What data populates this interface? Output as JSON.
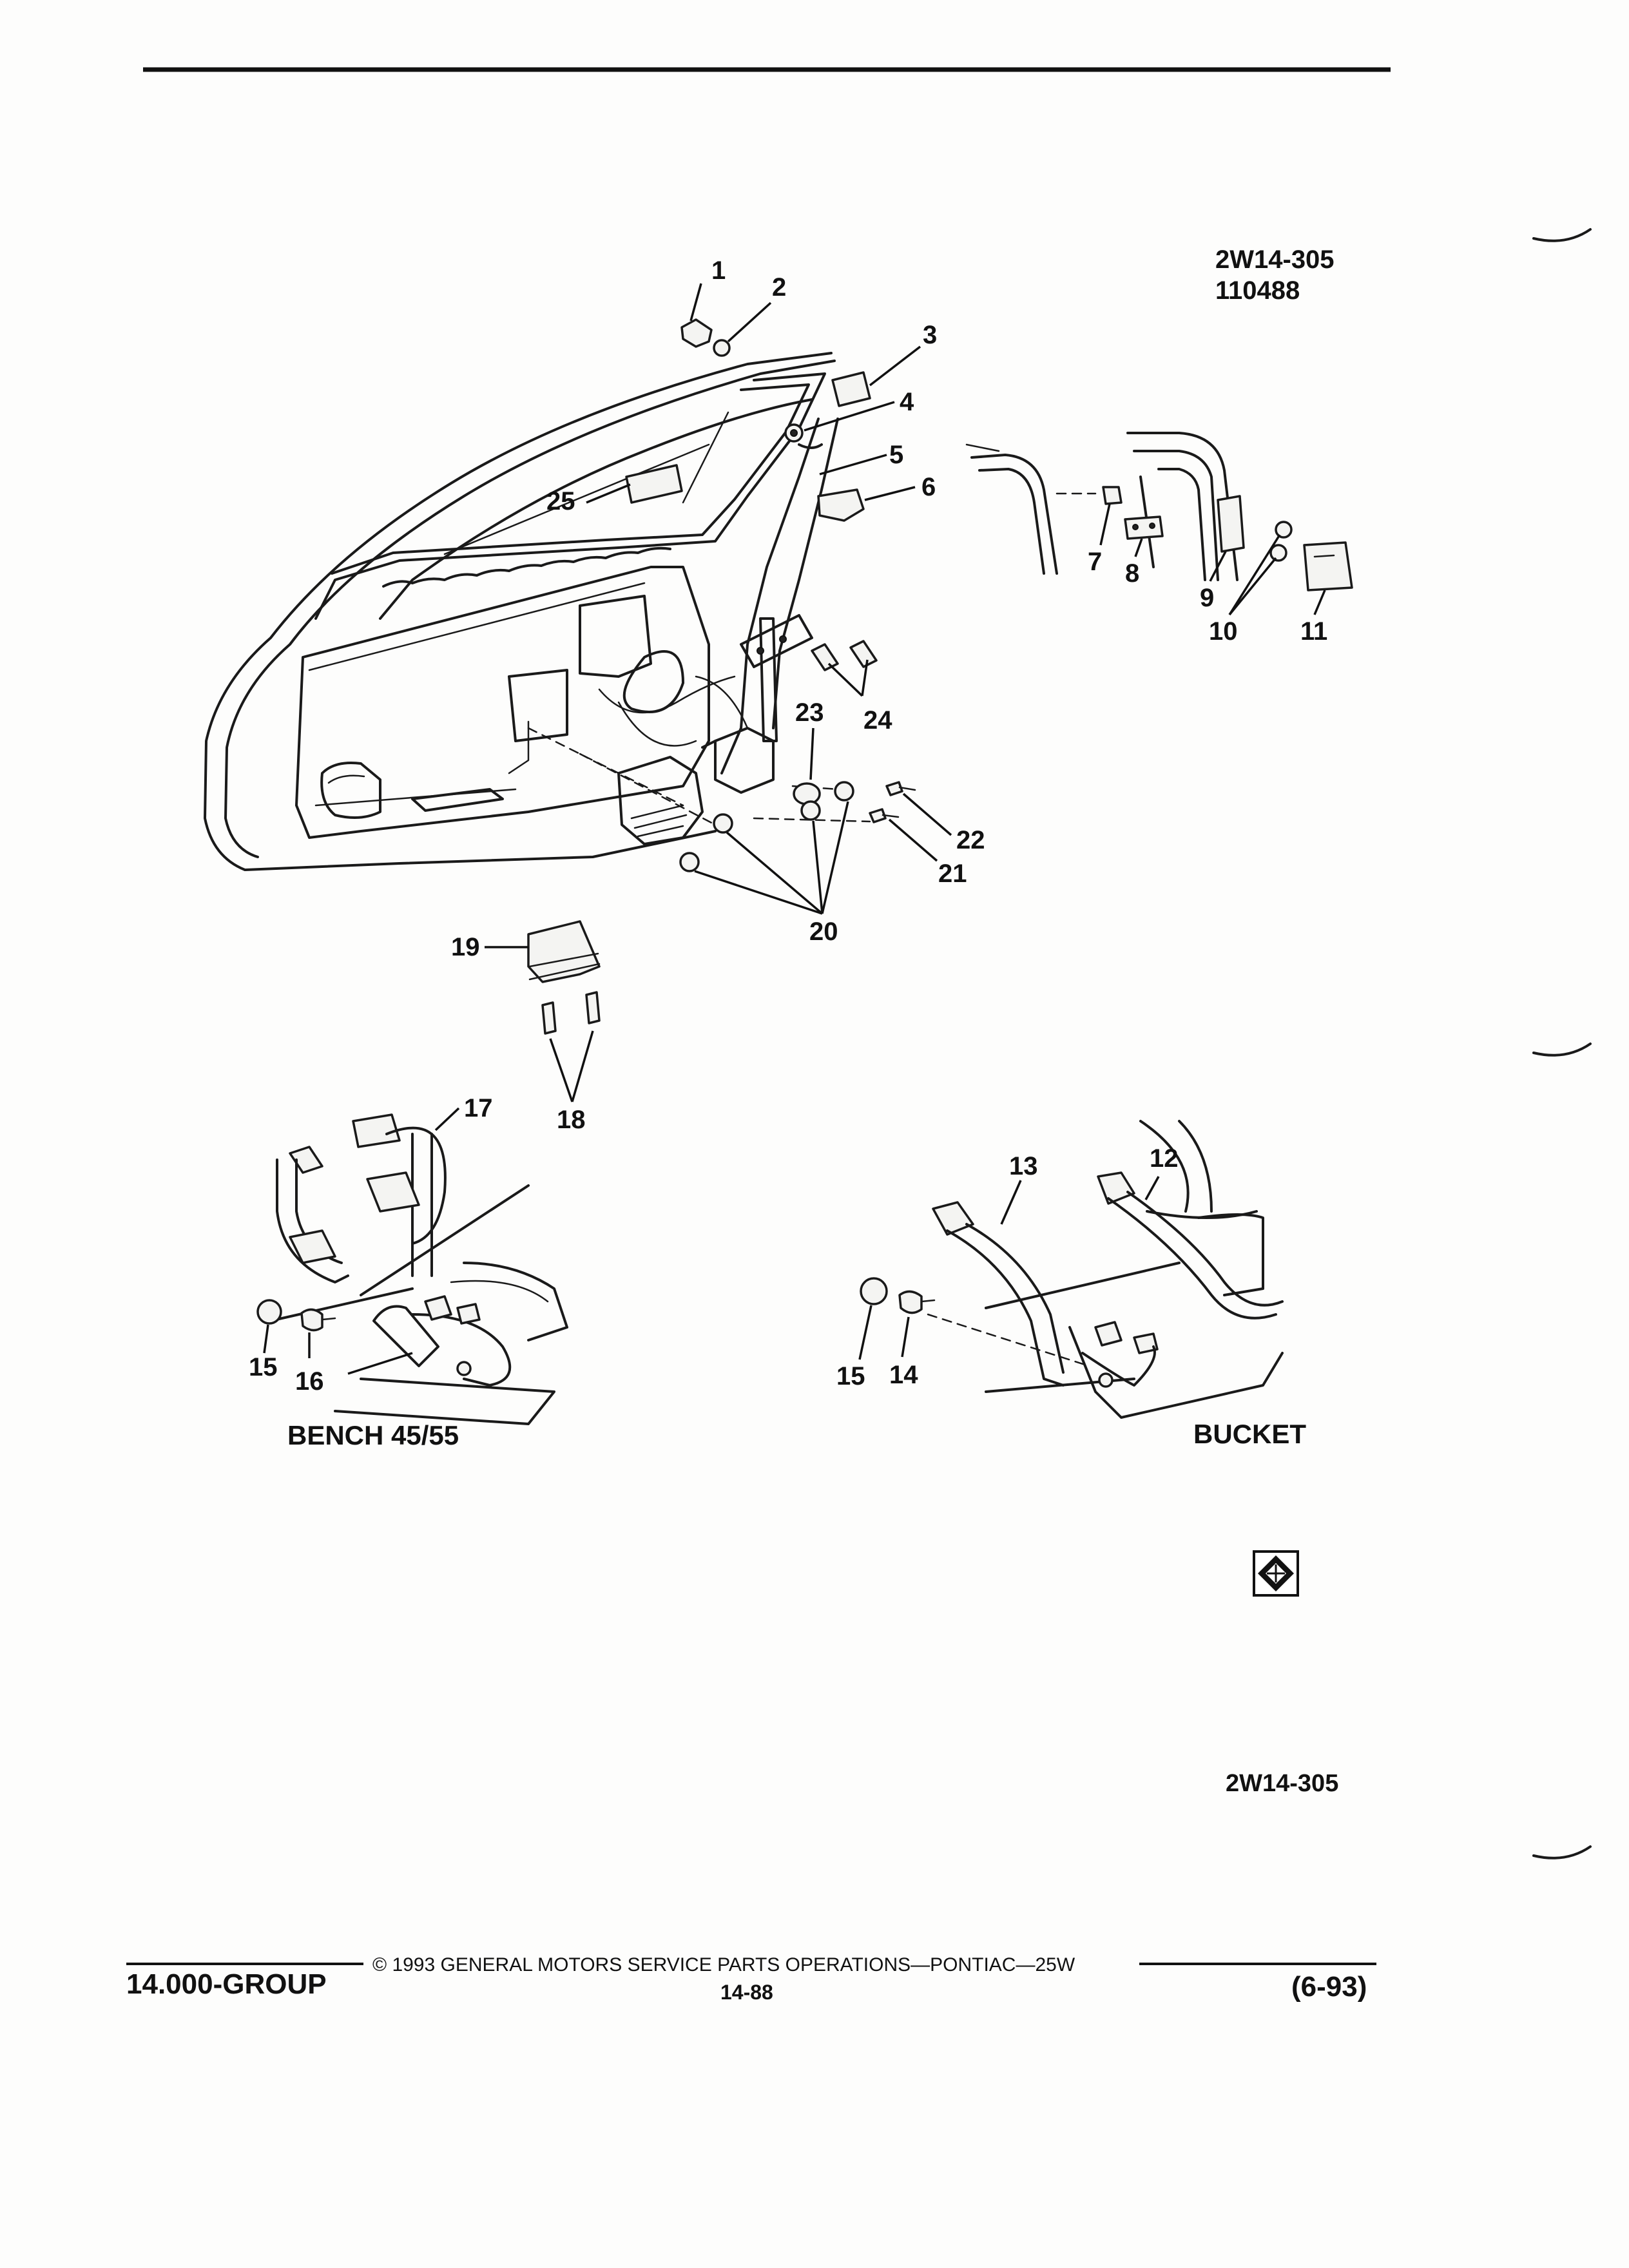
{
  "header": {
    "ref_line1": "2W14-305",
    "ref_line2": "110488"
  },
  "callouts": [
    "1",
    "2",
    "3",
    "4",
    "5",
    "6",
    "7",
    "8",
    "9",
    "10",
    "11",
    "12",
    "13",
    "14",
    "15",
    "16",
    "17",
    "18",
    "19",
    "20",
    "21",
    "22",
    "23",
    "24",
    "25"
  ],
  "second_15": "15",
  "captions": {
    "bench": "BENCH 45/55",
    "bucket": "BUCKET"
  },
  "figure_id": "2W14-305",
  "footer": {
    "copyright": "© 1993 GENERAL MOTORS SERVICE PARTS OPERATIONS—PONTIAC—25W",
    "group": "14.000-GROUP",
    "page_number": "14-88",
    "date": "(6-93)"
  },
  "icons": {
    "diamond_logo": "diamond-grid-logo-icon"
  }
}
